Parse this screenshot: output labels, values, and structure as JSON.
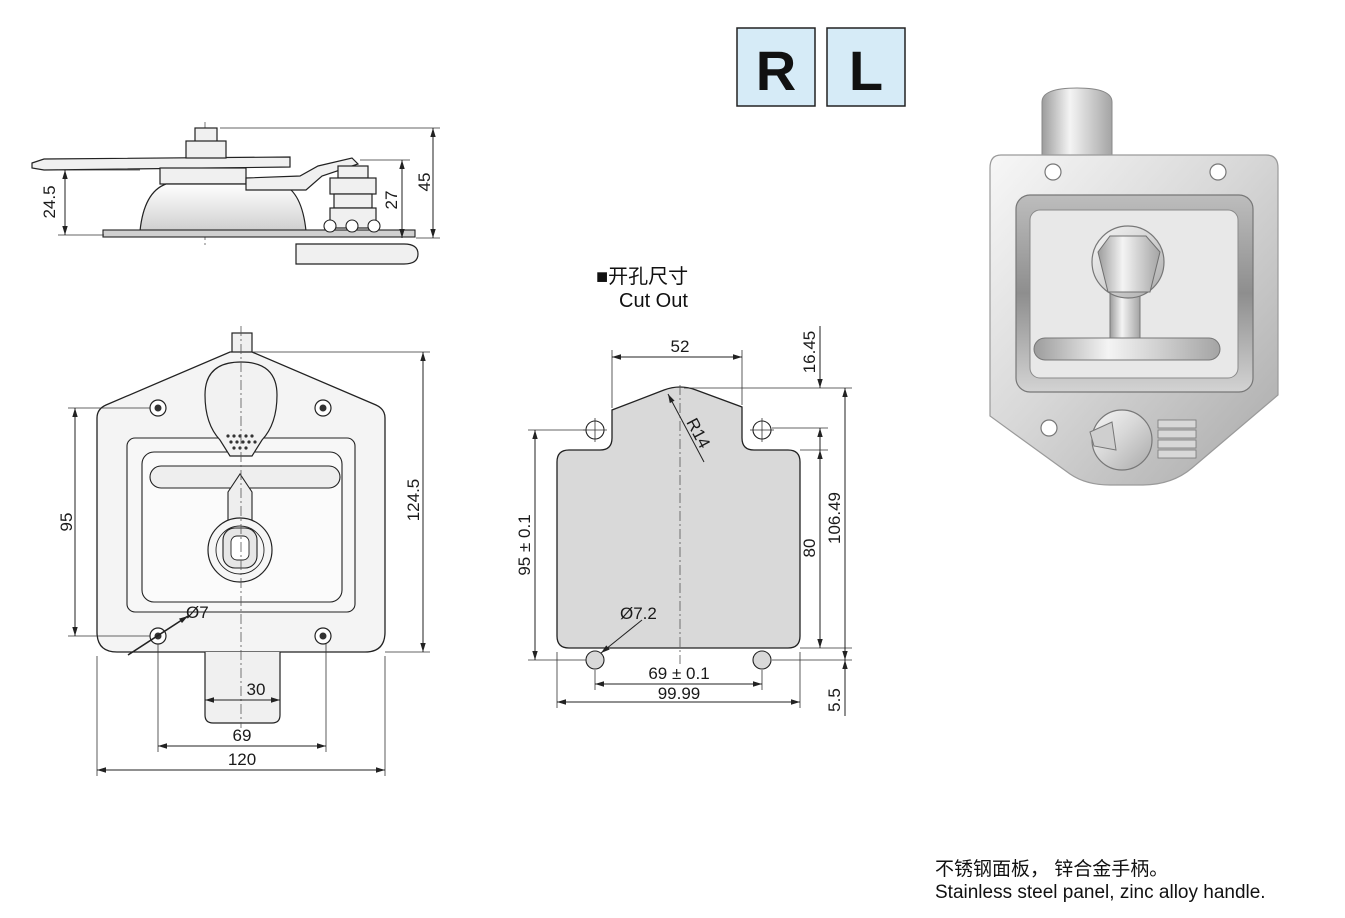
{
  "variant_badges": {
    "right": "R",
    "left": "L",
    "fill_color": "#d6ebf7"
  },
  "side_view": {
    "dim_body_height": "24.5",
    "dim_lock_height": "27",
    "dim_total_height": "45"
  },
  "front_view": {
    "dim_hole_vertical_spacing": "95",
    "dim_total_height": "124.5",
    "dim_hole_diameter": "Ø7",
    "dim_tab_width": "30",
    "dim_hole_horizontal_spacing": "69",
    "dim_total_width": "120"
  },
  "cutout_view": {
    "title_cn": "■开孔尺寸",
    "title_en": "Cut Out",
    "dim_top_width": "52",
    "dim_peak_offset": "16.45",
    "dim_radius": "R14",
    "dim_hole_vertical_spacing": "95 ± 0.1",
    "dim_total_height": "106.49",
    "dim_body_height": "80",
    "dim_hole_diameter": "Ø7.2",
    "dim_hole_horizontal_spacing": "69 ± 0.1",
    "dim_total_width": "99.99",
    "dim_bottom_offset": "5.5",
    "fill_color": "#d9d9d9"
  },
  "caption": {
    "cn": "不锈钢面板， 锌合金手柄。",
    "en": "Stainless steel panel, zinc alloy handle."
  }
}
